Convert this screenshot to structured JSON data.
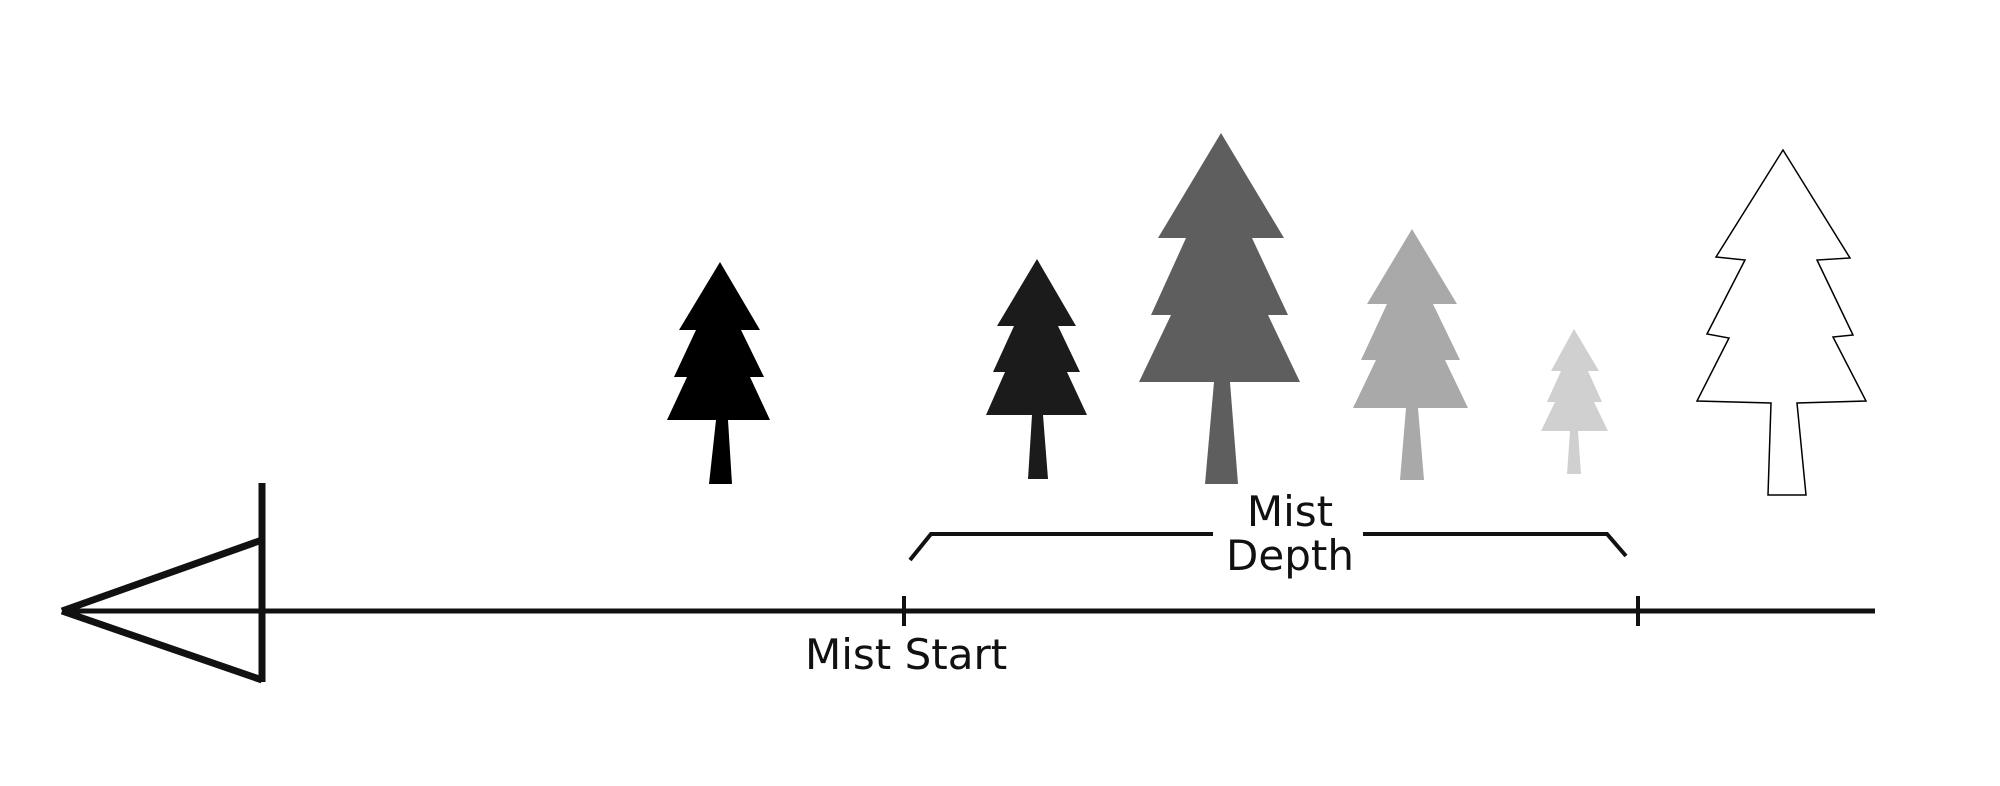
{
  "labels": {
    "mist_depth_line1": "Mist",
    "mist_depth_line2": "Depth",
    "mist_start": "Mist Start"
  },
  "colors": {
    "line": "#111111",
    "trees": [
      "#000000",
      "#1b1b1b",
      "#5e5e5e",
      "#a9a9a9",
      "#d0d0d0",
      "#ffffff"
    ],
    "tree_outline": "#000000"
  }
}
